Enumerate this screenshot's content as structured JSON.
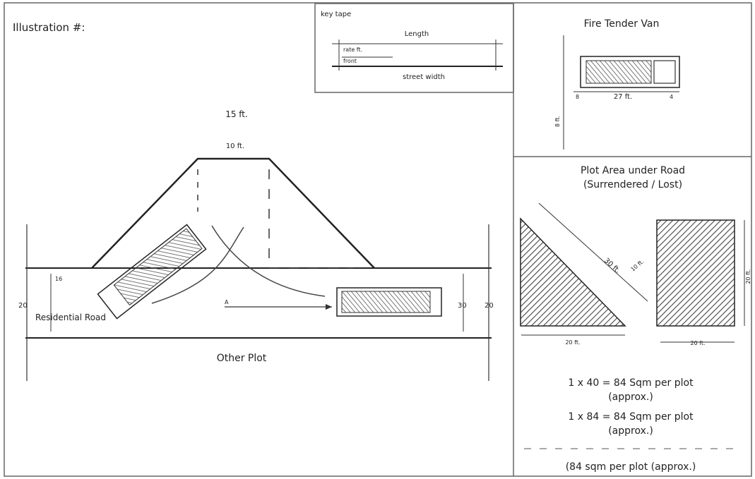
{
  "main": {
    "title": "Illustration #:",
    "top_label": "15 ft.",
    "road_width_top": "10 ft.",
    "road_label": "Residential Road",
    "lot_label": "Other Plot",
    "dim_left": "20",
    "dim_right": "20",
    "dim_between": "30",
    "dim_depth": "16",
    "arrow_label": "A"
  },
  "key_box": {
    "title": "key tape",
    "length_label": "Length",
    "row1": "rate ft.",
    "row2": "front",
    "bottom_label": "street width"
  },
  "truck_panel": {
    "title": "Fire Tender Van",
    "dim_bottom": "27 ft.",
    "dim_side": "8 ft.",
    "dim_left": "8",
    "dim_right": "4"
  },
  "area_panel": {
    "title_line1": "Plot Area under Road",
    "title_line2": "(Surrendered / Lost)",
    "diag_label": "30 ft.",
    "diag_label2": "10 ft.",
    "tri_bottom": "20 ft.",
    "sq_bottom": "20 ft.",
    "sq_side": "20 ft.",
    "calc1a": "1 x 40 = 84 Sqm per plot",
    "calc1b": "(approx.)",
    "calc2a": "1 x 84 = 84 Sqm per plot",
    "calc2b": "(approx.)",
    "footer": "(84 sqm per plot (approx.)"
  }
}
